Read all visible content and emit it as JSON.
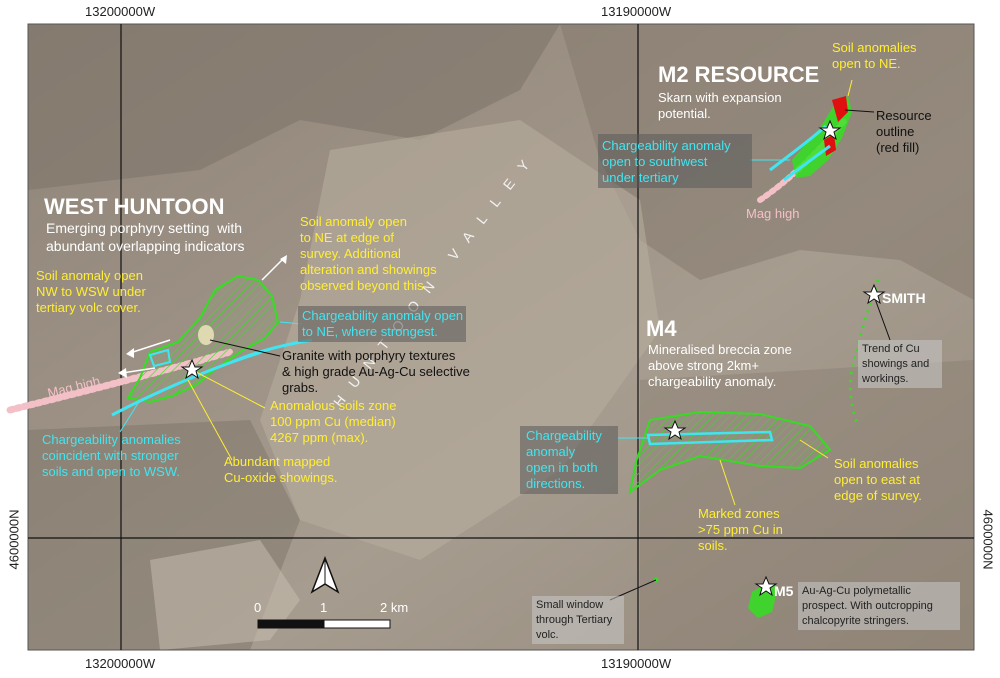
{
  "coords": {
    "top_left": "13200000W",
    "top_right": "13190000W",
    "bottom_left": "13200000W",
    "bottom_right": "13190000W",
    "left_side": "4600000N",
    "right_side": "4600000N"
  },
  "scale": {
    "ticks": [
      "0",
      "1",
      "2 km"
    ]
  },
  "colors": {
    "soil_anomaly": "#33e020",
    "chargeability": "#3fe6f2",
    "mag_high": "#f4c0c8",
    "resource": "#e01010",
    "note_text": "#ffee33"
  },
  "valley_label": "HUNTOON VALLEY",
  "west_huntoon": {
    "title": "WEST HUNTOON",
    "desc1": "Emerging porphyry setting  with",
    "desc2": "abundant overlapping indicators",
    "soil_nw1": "Soil anomaly open",
    "soil_nw2": "NW to WSW under",
    "soil_nw3": "tertiary volc cover.",
    "soil_ne1": "Soil anomaly open",
    "soil_ne2": "to NE at edge of",
    "soil_ne3": "survey. Additional",
    "soil_ne4": "alteration and showings",
    "soil_ne5": "observed beyond this.",
    "charge_ne1": "Chargeability anomaly open",
    "charge_ne2": "to NE, where strongest.",
    "granite1": "Granite with porphyry textures",
    "granite2": "& high grade Au-Ag-Cu selective",
    "granite3": "grabs.",
    "mag_high": "Mag high",
    "charge_sw1": "Chargeability anomalies",
    "charge_sw2": "coincident with stronger",
    "charge_sw3": "soils and open to WSW.",
    "anom1": "Anomalous soils zone",
    "anom2": "100 ppm Cu (median)",
    "anom3": "4267 ppm (max).",
    "cuox1": "Abundant mapped",
    "cuox2": "Cu-oxide showings."
  },
  "m2": {
    "title": "M2 RESOURCE",
    "desc1": "Skarn with expansion",
    "desc2": "potential.",
    "soil1": "Soil anomalies",
    "soil2": "open to NE.",
    "res1": "Resource",
    "res2": "outline",
    "res3": "(red fill)",
    "charge1": "Chargeability anomaly",
    "charge2": "open to southwest",
    "charge3": "under tertiary",
    "mag_high": "Mag high"
  },
  "smith": {
    "title": "SMITH",
    "trend1": "Trend of Cu",
    "trend2": "showings and",
    "trend3": "workings."
  },
  "m4": {
    "title": "M4",
    "desc1": "Mineralised breccia zone",
    "desc2": "above strong 2km+",
    "desc3": "chargeability anomaly.",
    "charge1": "Chargeability",
    "charge2": "anomaly",
    "charge3": "open in both",
    "charge4": "directions.",
    "soil1": "Soil anomalies",
    "soil2": "open to east at",
    "soil3": "edge of survey.",
    "marked1": "Marked zones",
    "marked2": ">75 ppm Cu in",
    "marked3": "soils."
  },
  "m5": {
    "title": "M5",
    "desc1": "Au-Ag-Cu polymetallic",
    "desc2": "prospect. With outcropping",
    "desc3": "chalcopyrite stringers."
  },
  "window_note": {
    "line1": "Small window",
    "line2": "through Tertiary",
    "line3": "volc."
  }
}
